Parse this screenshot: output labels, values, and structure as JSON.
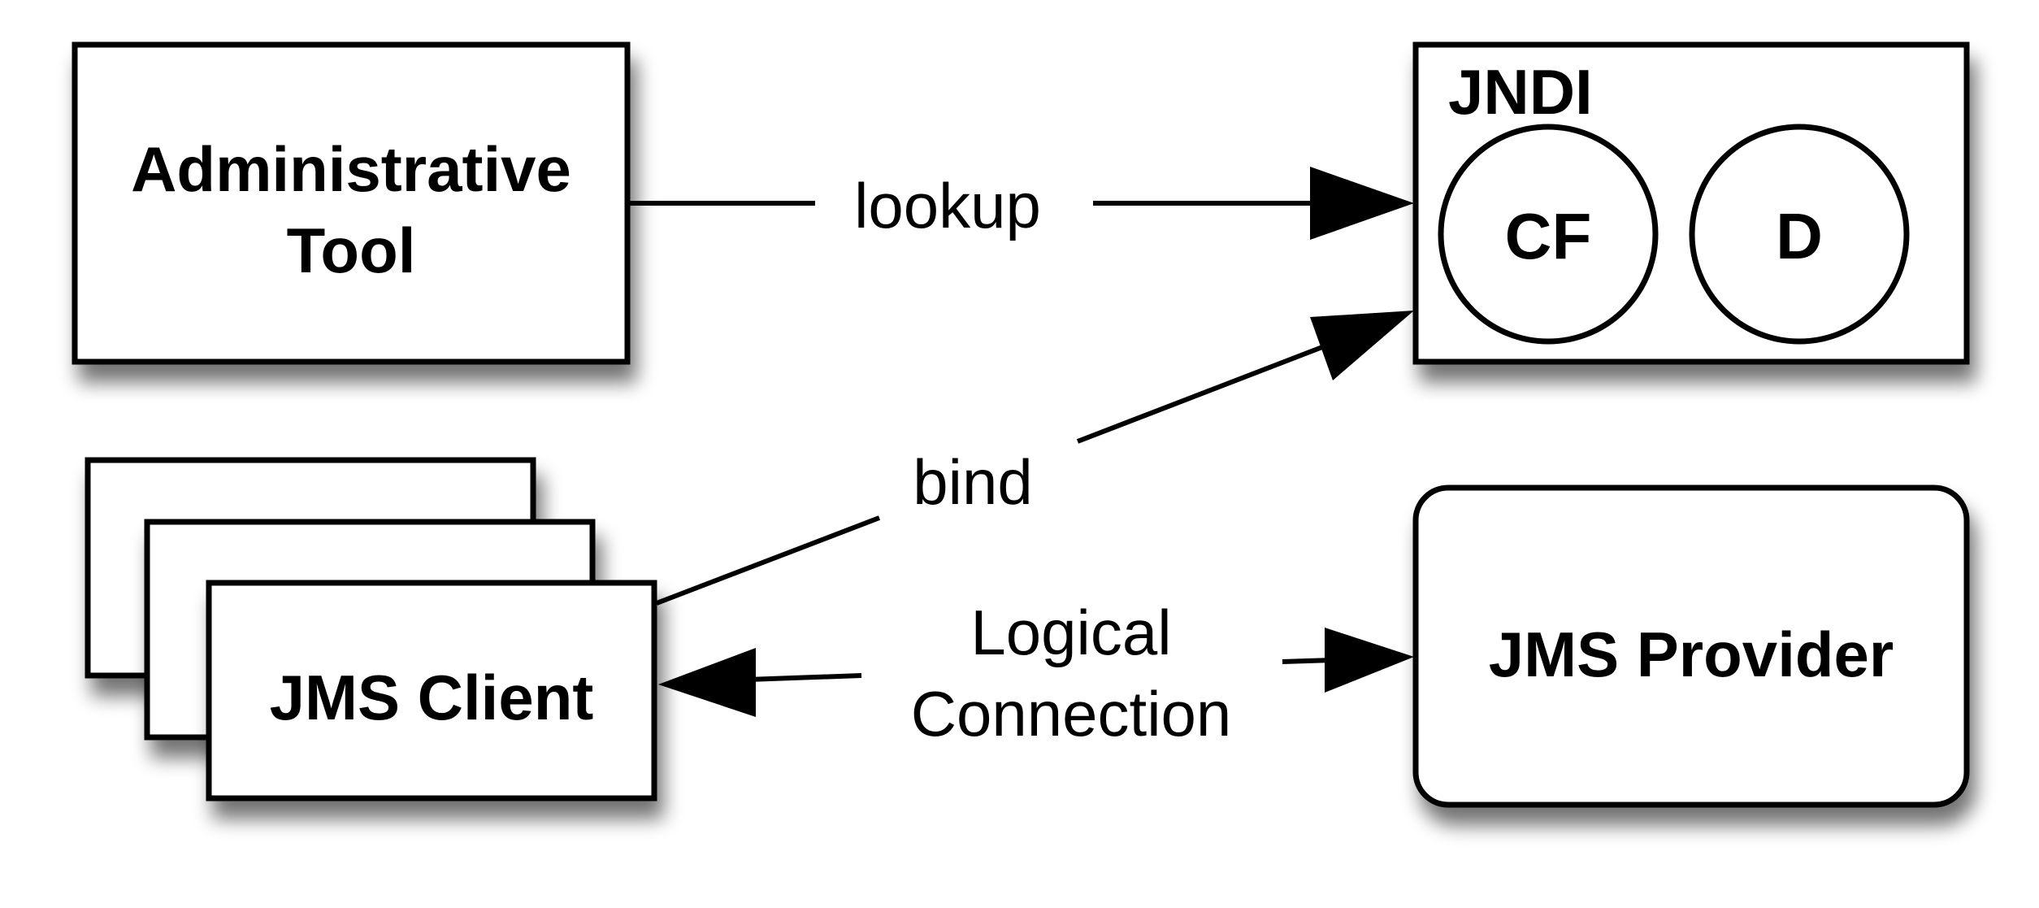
{
  "nodes": {
    "admin_tool": {
      "line1": "Administrative",
      "line2": "Tool"
    },
    "jndi": {
      "title": "JNDI",
      "cf": "CF",
      "d": "D"
    },
    "jms_client": {
      "label": "JMS Client"
    },
    "jms_provider": {
      "label": "JMS Provider"
    }
  },
  "edges": {
    "lookup": {
      "label": "lookup"
    },
    "bind": {
      "label": "bind"
    },
    "logical_connection": {
      "line1": "Logical",
      "line2": "Connection"
    }
  }
}
